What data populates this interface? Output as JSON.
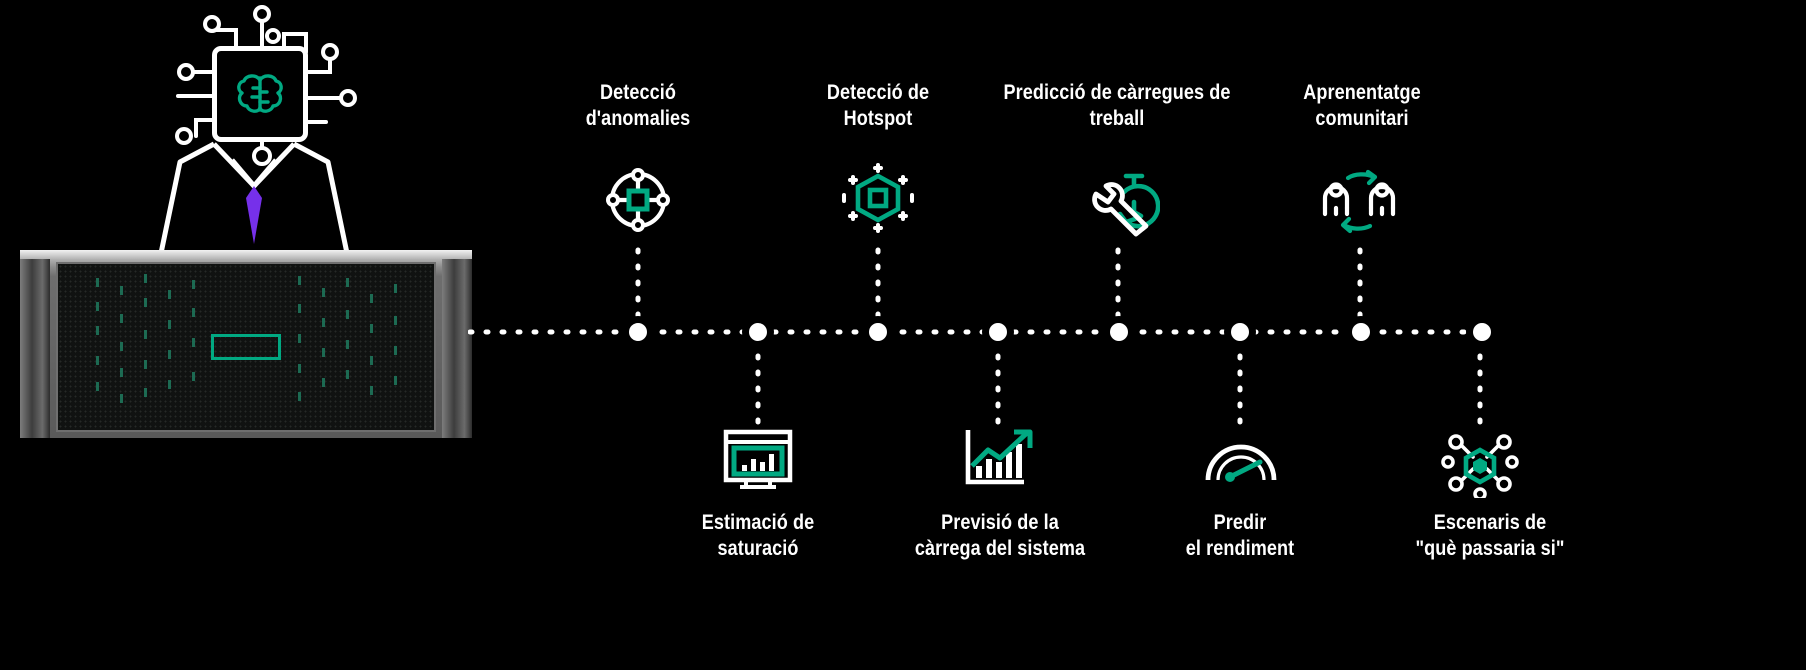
{
  "theme": {
    "background": "#000000",
    "accent_green": "#01A982",
    "text_color": "#FFFFFF",
    "tie_purple": "#7630EA",
    "node_color": "#FFFFFF"
  },
  "left_illustration": {
    "name": "ai-operator-with-server-rack",
    "chip_icon": "cpu-chip-icon",
    "inner_icon": "brain-icon",
    "rack_icon": "server-rack-icon",
    "brand_badge": "hpe-logo-badge"
  },
  "timeline": {
    "orientation": "horizontal",
    "node_count": 8,
    "line_style": "dotted",
    "items": [
      {
        "id": 1,
        "position": "top",
        "label": "Detecció\nd'anomalies",
        "icon": "anomaly-target-icon"
      },
      {
        "id": 2,
        "position": "bottom",
        "label": "Estimació de\nsaturació",
        "icon": "monitor-bar-chart-icon"
      },
      {
        "id": 3,
        "position": "top",
        "label": "Detecció de\nHotspot",
        "icon": "hotspot-hexagon-icon"
      },
      {
        "id": 4,
        "position": "bottom",
        "label": "Previsió de la\ncàrrega del sistema",
        "icon": "growth-chart-arrow-icon"
      },
      {
        "id": 5,
        "position": "top",
        "label": "Predicció de càrregues de\ntreball",
        "icon": "wrench-stopwatch-icon"
      },
      {
        "id": 6,
        "position": "bottom",
        "label": "Predir\nel rendiment",
        "icon": "performance-gauge-icon"
      },
      {
        "id": 7,
        "position": "top",
        "label": "Aprenentatge\ncomunitari",
        "icon": "community-learning-icon"
      },
      {
        "id": 8,
        "position": "bottom",
        "label": "Escenaris de\n\"què passaria si\"",
        "icon": "what-if-nodes-icon"
      }
    ]
  }
}
